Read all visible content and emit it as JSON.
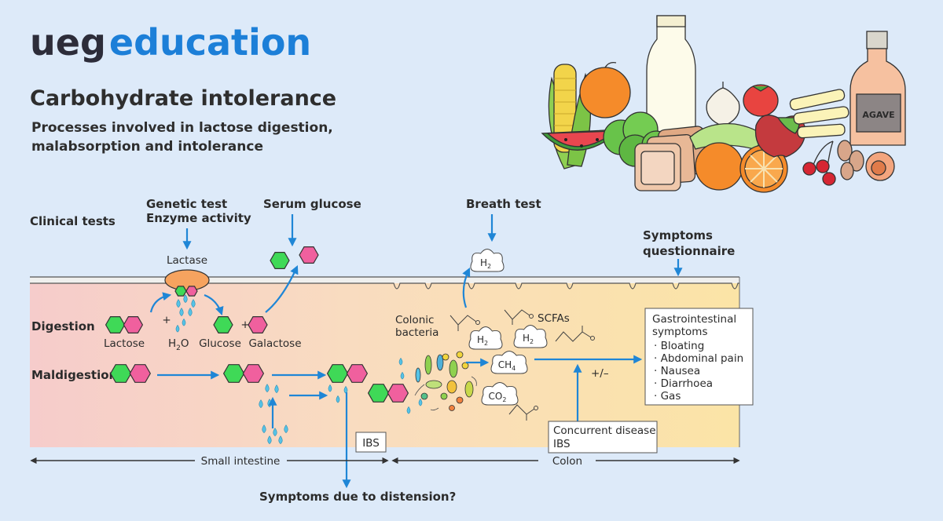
{
  "brand": {
    "prefix": "ueg",
    "name": "education"
  },
  "title": "Carbohydrate intolerance",
  "subtitle_lines": [
    "Processes involved in lactose digestion,",
    "malabsorption and intolerance"
  ],
  "tests": {
    "clinical": "Clinical tests",
    "genetic_1": "Genetic test",
    "genetic_2": "Enzyme activity",
    "serum": "Serum glucose",
    "breath": "Breath test",
    "symptoms_q_1": "Symptoms",
    "symptoms_q_2": "questionnaire"
  },
  "labels": {
    "lactase": "Lactase",
    "digestion": "Digestion",
    "maldigestion": "Maldigestion",
    "lactose": "Lactose",
    "water_main": "H",
    "water_sub": "2",
    "water_end": "O",
    "glucose": "Glucose",
    "galactose": "Galactose",
    "plus": "+",
    "colonic_1": "Colonic",
    "colonic_2": "bacteria",
    "scfas": "SCFAs",
    "h2_main": "H",
    "h2_sub": "2",
    "ch4_main": "CH",
    "ch4_sub": "4",
    "co2_main": "CO",
    "co2_sub": "2",
    "plusminus": "+/–",
    "ibs": "IBS",
    "concurrent_1": "Concurrent disease",
    "concurrent_2": "IBS",
    "distension": "Symptoms due to distension?",
    "small_intestine": "Small intestine",
    "colon": "Colon",
    "agave": "AGAVE"
  },
  "symptoms": {
    "heading_1": "Gastrointestinal",
    "heading_2": "symptoms",
    "items": [
      "· Bloating",
      "· Abdominal pain",
      "· Nausea",
      "· Diarrhoea",
      "· Gas"
    ]
  },
  "colors": {
    "brand_dark": "#2d2d3a",
    "brand_blue": "#1c7fd8",
    "arrow_blue": "#1f86d6",
    "glucose_green": "#3fd957",
    "galactose_pink": "#f0609e",
    "lactase_orange": "#f6a35f",
    "drop_blue": "#56c3e6",
    "background": "#ddeaf9"
  }
}
